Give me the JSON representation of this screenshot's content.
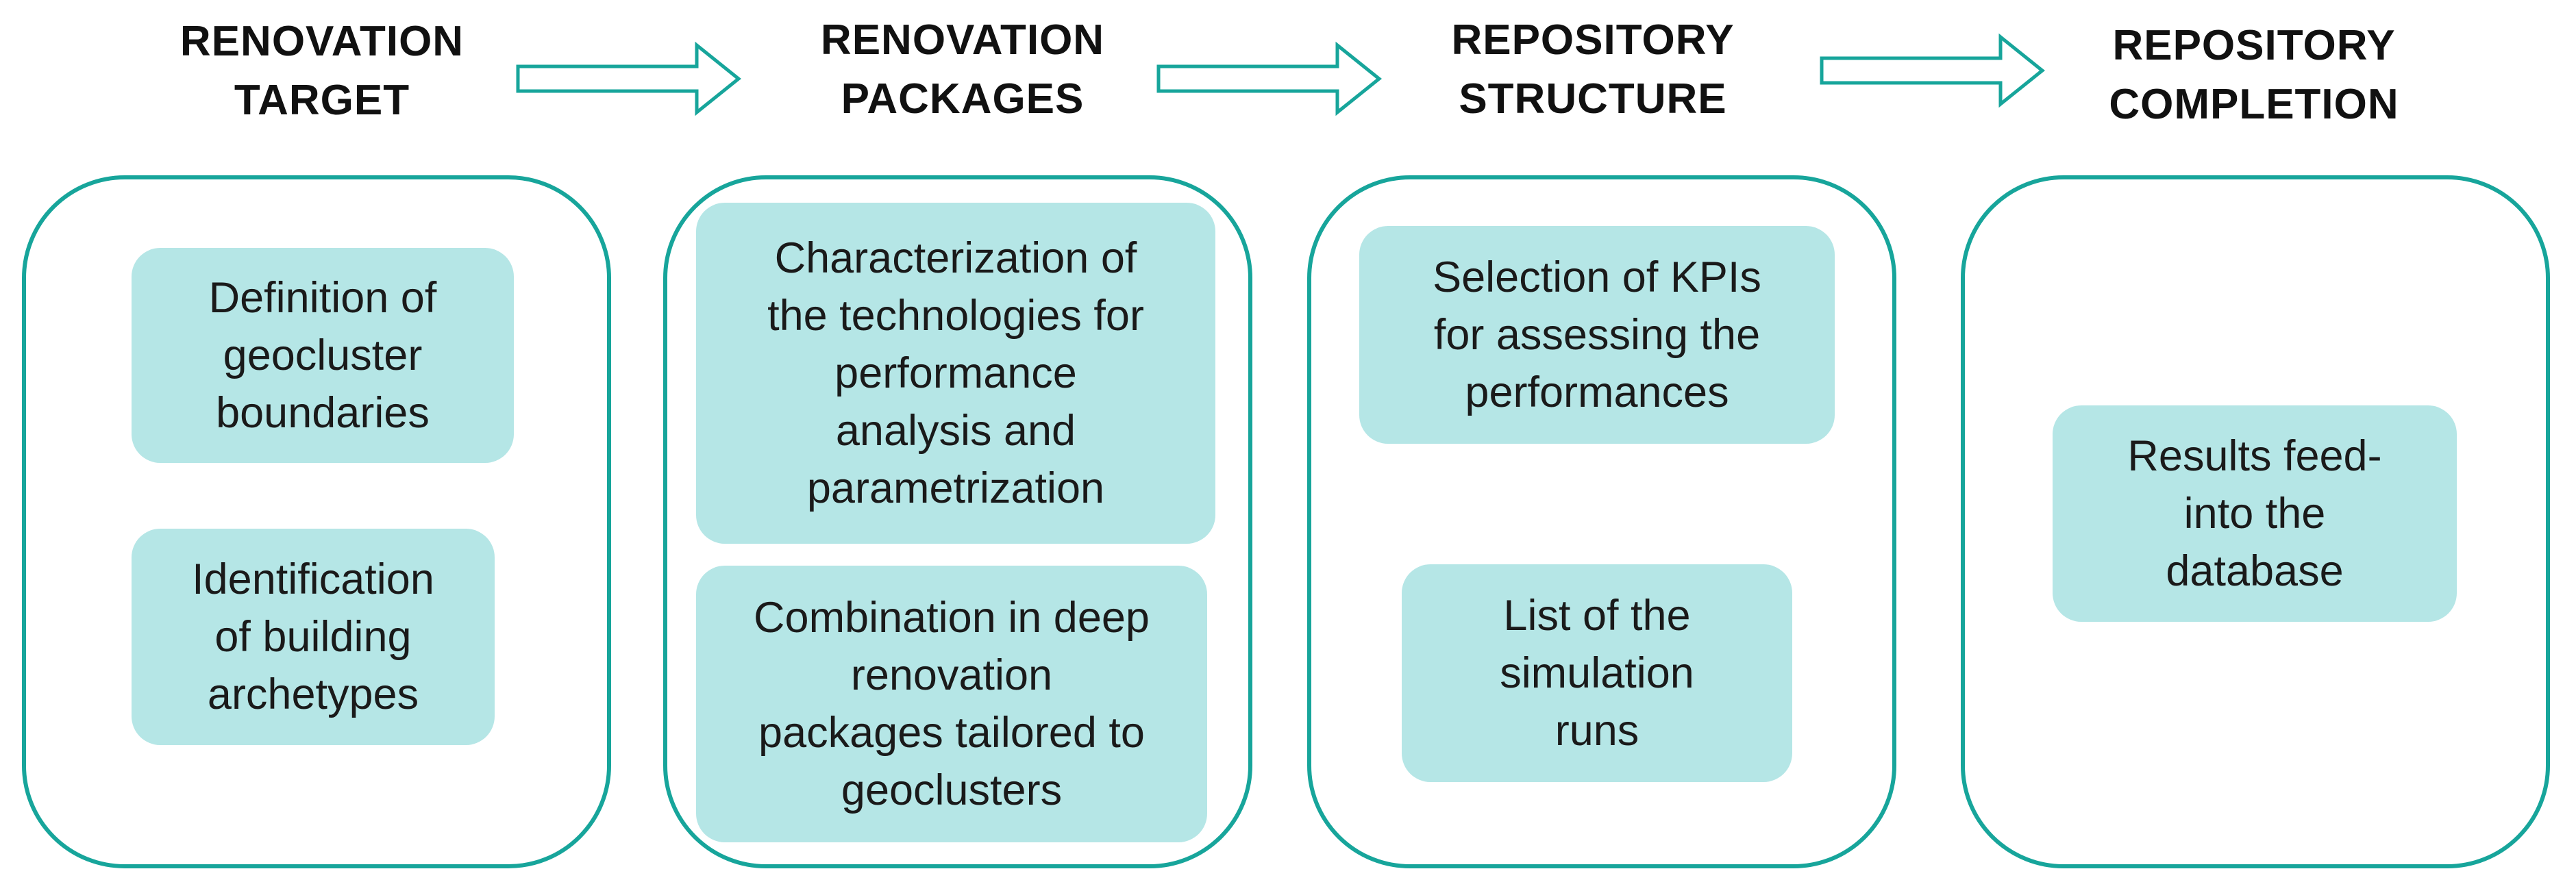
{
  "headers": [
    {
      "line1": "RENOVATION",
      "line2": "TARGET"
    },
    {
      "line1": "RENOVATION",
      "line2": "PACKAGES"
    },
    {
      "line1": "REPOSITORY",
      "line2": "STRUCTURE"
    },
    {
      "line1": "REPOSITORY",
      "line2": "COMPLETION"
    }
  ],
  "columns": [
    {
      "cards": [
        {
          "lines": [
            "Definition of",
            "geocluster",
            "boundaries"
          ]
        },
        {
          "lines": [
            "Identification",
            "of building",
            "archetypes"
          ]
        }
      ]
    },
    {
      "cards": [
        {
          "lines": [
            "Characterization of",
            "the technologies for",
            "performance",
            "analysis and",
            "parametrization"
          ]
        },
        {
          "lines": [
            "Combination in deep",
            "renovation",
            "packages tailored to",
            "geoclusters"
          ]
        }
      ]
    },
    {
      "cards": [
        {
          "lines": [
            "Selection of KPIs",
            "for assessing the",
            "performances"
          ]
        },
        {
          "lines": [
            "List of the",
            "simulation",
            "runs"
          ]
        }
      ]
    },
    {
      "cards": [
        {
          "lines": [
            "Results feed-",
            "into the",
            "database"
          ]
        }
      ]
    }
  ],
  "colors": {
    "border": "#17a59b",
    "card": "#b5e6e6",
    "arrow": "#17a59b"
  }
}
